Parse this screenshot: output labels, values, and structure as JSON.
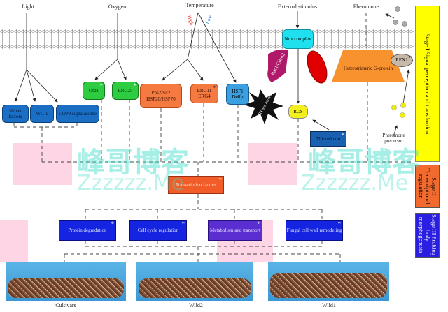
{
  "inputs": {
    "light": "Light",
    "oxygen": "Oxygen",
    "temperature": "Temperature",
    "high": "High",
    "low": "Low",
    "external_stimulus": "External stimulus",
    "pheromone": "Pheromone"
  },
  "light_boxes": [
    "Velvet factors",
    "WC-1",
    "COP9 signalosome"
  ],
  "oxygen_boxes": [
    "Ofd1",
    "ERG25"
  ],
  "temperature_boxes": [
    "Pbs2/Sit2 HSP20/HSP70",
    "ERG11 ERG4",
    "HSF1 Delfp"
  ],
  "stimulus": {
    "nox": "Nox complex",
    "rac": "Rac1/Cdc42",
    "gtpase": "GTPase activator",
    "ros": "ROS",
    "thioredoxin": "Thioredoxin"
  },
  "pheromone_path": {
    "gprotein": "Heterotrimeric G-protein",
    "rex1": "REX1",
    "precursor": "Pheromone precursor"
  },
  "transcription": "Transcription factors",
  "processes": [
    "Protein degradation",
    "Cell cycle regulation",
    "Metabolism and transport",
    "Fungal cell wall remodeling"
  ],
  "photos": [
    "Cultivars",
    "Wild2",
    "Wild1"
  ],
  "stages": [
    "Stage I Signal perception and transduction",
    "Stage II Transcriptional regulation",
    "Stage III Fruiting body morphogenesis"
  ],
  "watermark": {
    "cn": "峰哥博客",
    "en": "Zzzzzz.Me"
  },
  "colors": {
    "stage1": "#ffff00",
    "stage2": "#f26a2e",
    "stage3": "#2a1ee0"
  }
}
